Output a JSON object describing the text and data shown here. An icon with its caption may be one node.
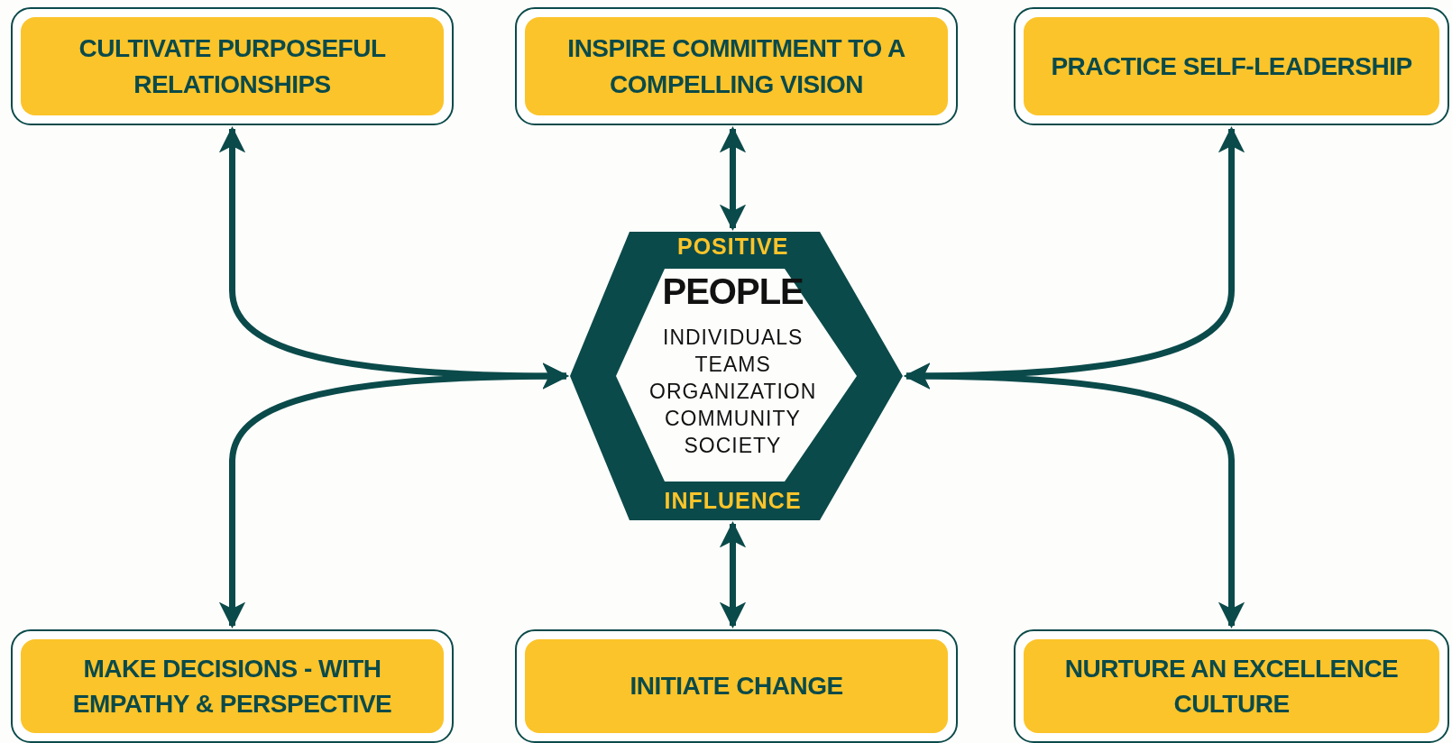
{
  "diagram": {
    "nodes": [
      {
        "text": [
          "CULTIVATE PURPOSEFUL RELATIONSHIPS"
        ]
      },
      {
        "text": [
          "INSPIRE COMMITMENT TO A COMPELLING VISION"
        ]
      },
      {
        "text": [
          "PRACTICE SELF-LEADERSHIP"
        ]
      },
      {
        "text": [
          "POSITIVE",
          "PEOPLE",
          "INDIVIDUALS",
          "TEAMS",
          "ORGANIZATION",
          "COMMUNITY",
          "SOCIETY",
          "INFLUENCE"
        ]
      },
      {
        "text": [
          "MAKE DECISIONS - WITH EMPATHY & PERSPECTIVE"
        ]
      },
      {
        "text": [
          "INITIATE CHANGE"
        ]
      },
      {
        "text": [
          "NURTURE AN EXCELLENCE CULTURE"
        ]
      }
    ],
    "edges": [
      {
        "from": 3,
        "to": 1,
        "arrow": "both"
      },
      {
        "from": 3,
        "to": 0,
        "arrow": "both"
      },
      {
        "from": 3,
        "to": 4,
        "arrow": "both"
      },
      {
        "from": 3,
        "to": 2,
        "arrow": "both"
      },
      {
        "from": 3,
        "to": 6,
        "arrow": "both"
      },
      {
        "from": 3,
        "to": 5,
        "arrow": "both"
      }
    ]
  }
}
